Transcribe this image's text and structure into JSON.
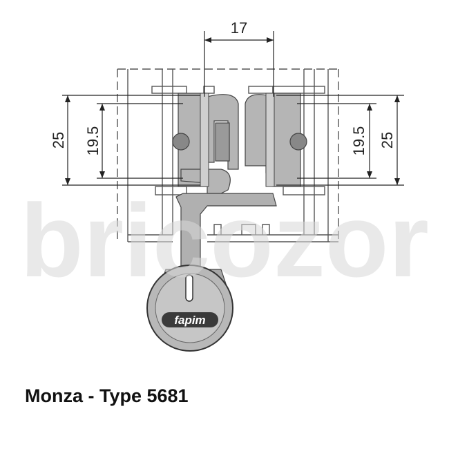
{
  "dimensions": {
    "top_width": "17",
    "left_outer_height": "25",
    "left_inner_height": "19.5",
    "right_inner_height": "19.5",
    "right_outer_height": "25"
  },
  "lock": {
    "brand_logo_text": "fapim"
  },
  "watermark": {
    "text": "bricozor"
  },
  "caption": {
    "title": "Monza - Type 5681"
  }
}
